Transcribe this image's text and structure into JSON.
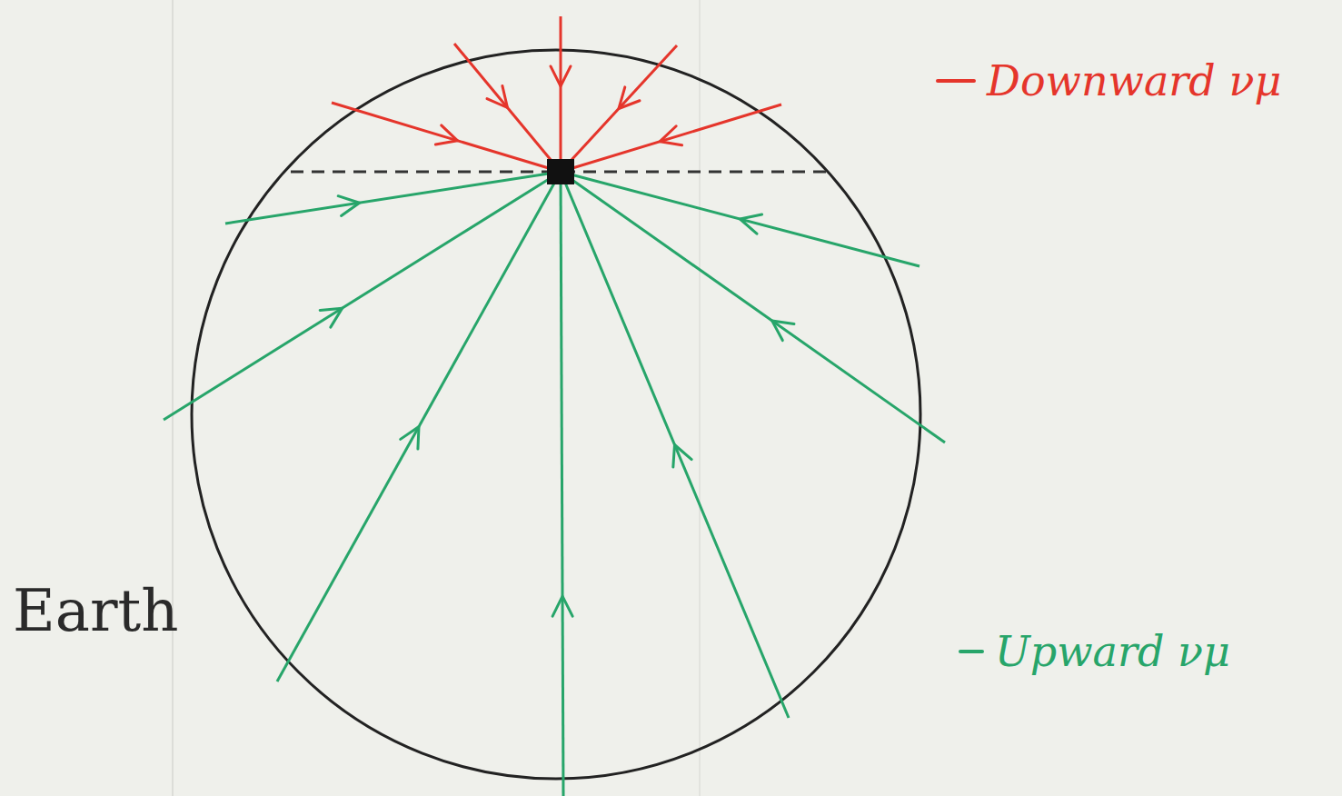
{
  "diagram": {
    "labels": [
      "Earth"
    ],
    "legend": [
      {
        "text": "Downward νμ"
      },
      {
        "text": "Upward νμ"
      }
    ]
  }
}
